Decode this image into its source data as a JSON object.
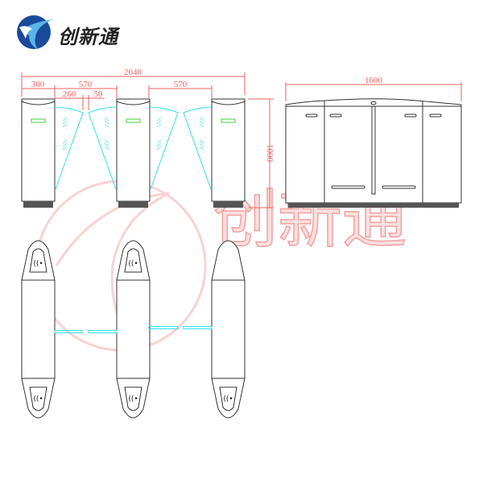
{
  "logo": {
    "text": "创新通",
    "circle_color": "#1a4a9a",
    "accent_color": "#5ab4e8"
  },
  "watermark": {
    "text": "创新通",
    "color": "#f4a0a0"
  },
  "front_view": {
    "dimensions": {
      "total_width": "2040",
      "post_width": "300",
      "passage_1": "570",
      "flap": "260",
      "gap": "50",
      "passage_2": "570",
      "height": "1000"
    }
  },
  "side_view": {
    "dimensions": {
      "length": "1600"
    }
  },
  "colors": {
    "dimension": "#f06060",
    "flap": "#33e0e8",
    "indicator": "#44cc44",
    "outline": "#333333",
    "base": "#555555"
  }
}
